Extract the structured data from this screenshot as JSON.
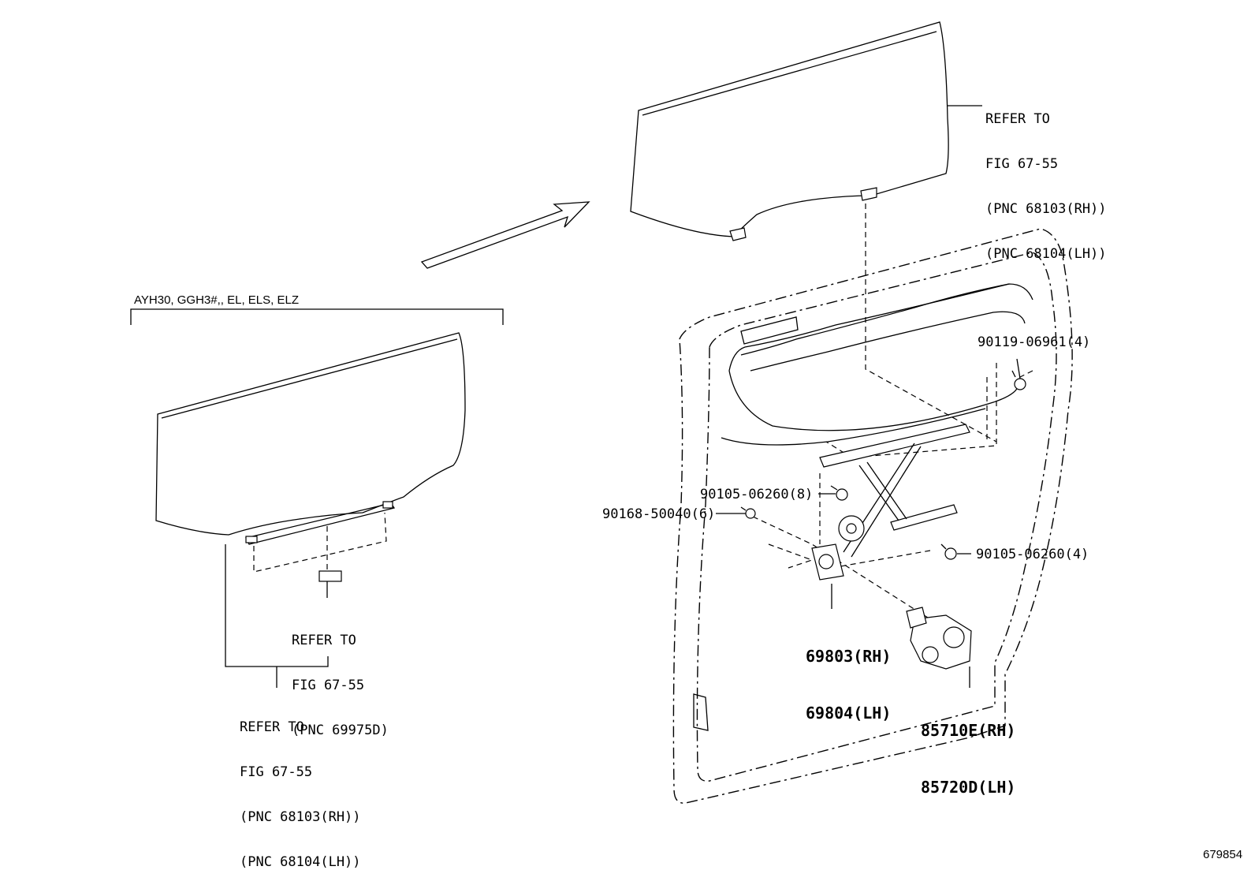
{
  "variant_header": {
    "text": "AYH30, GGH3#,, EL, ELS, ELZ"
  },
  "glass_upper_ref": {
    "lines": [
      "REFER TO",
      "FIG 67-55",
      "(PNC 68103(RH))",
      "(PNC 68104(LH))"
    ]
  },
  "glass_left_ref": {
    "lines": [
      "REFER TO",
      "FIG 67-55",
      "(PNC 68103(RH))",
      "(PNC 68104(LH))"
    ]
  },
  "channel_ref": {
    "lines": [
      "REFER TO",
      "FIG 67-55",
      "(PNC 69975D)"
    ]
  },
  "parts": {
    "bolt_90119": "90119-06961(4)",
    "bolt_90105_a": "90105-06260(8)",
    "screw_90168": "90168-50040(6)",
    "bolt_90105_b": "90105-06260(4)",
    "regulator": [
      "69803(RH)",
      "69804(LH)"
    ],
    "motor": [
      "85710E(RH)",
      "85720D(LH)"
    ]
  },
  "figure_number": "679854"
}
